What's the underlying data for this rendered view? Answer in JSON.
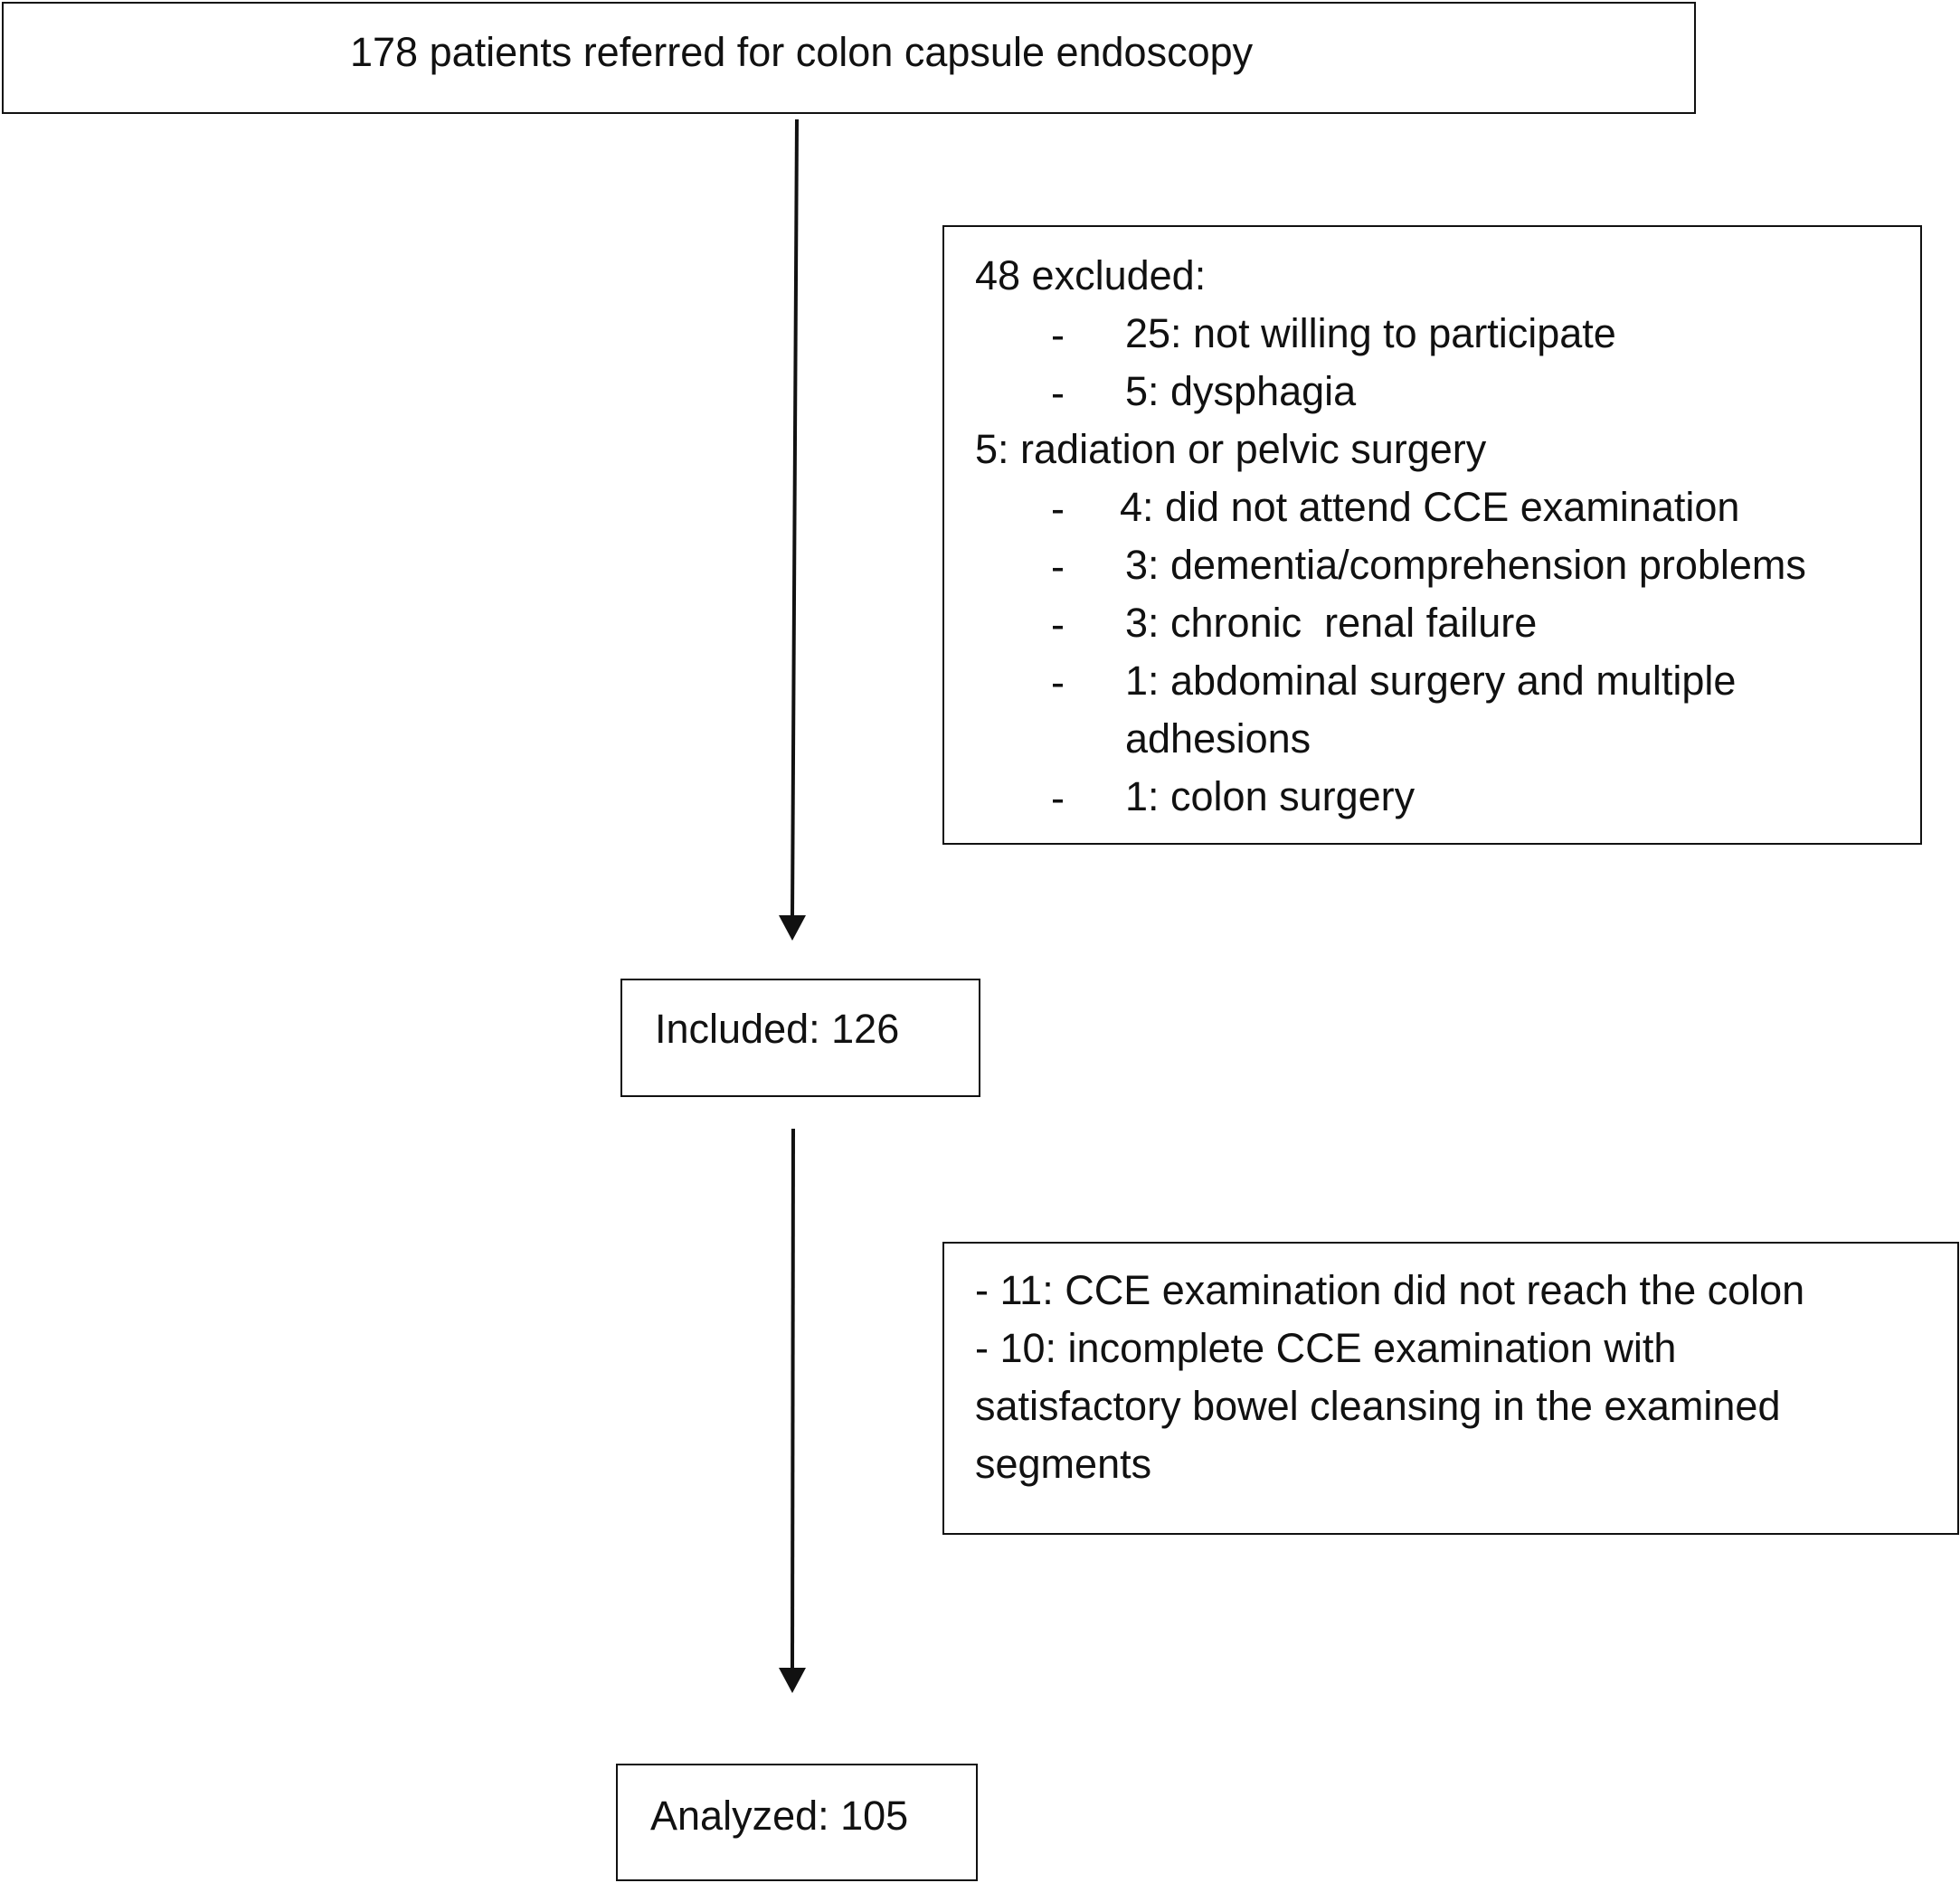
{
  "top_box": {
    "text": "178 patients referred for colon capsule endoscopy"
  },
  "exclusion_box": {
    "heading": "48 excluded:",
    "items": [
      {
        "bullet": "-",
        "text": "25: not willing to participate"
      },
      {
        "bullet": "-",
        "text": "5: dysphagia"
      },
      {
        "bullet": "",
        "text": "5: radiation or pelvic surgery"
      },
      {
        "bullet": "-",
        "text": "4: did not attend CCE examination"
      },
      {
        "bullet": "-",
        "text": "3: dementia/comprehension problems"
      },
      {
        "bullet": "-",
        "text": "3: chronic  renal failure"
      },
      {
        "bullet": "-",
        "text": "1: abdominal surgery and multiple"
      },
      {
        "bullet": "",
        "text": "adhesions"
      },
      {
        "bullet": "-",
        "text": "1: colon surgery"
      }
    ]
  },
  "included_box": {
    "text": "Included: 126"
  },
  "loss_box": {
    "lines": [
      "- 11: CCE examination did not reach the colon",
      "- 10: incomplete CCE examination with",
      "satisfactory bowel cleansing in the examined",
      "segments"
    ]
  },
  "analyzed_box": {
    "text": "Analyzed: 105"
  }
}
